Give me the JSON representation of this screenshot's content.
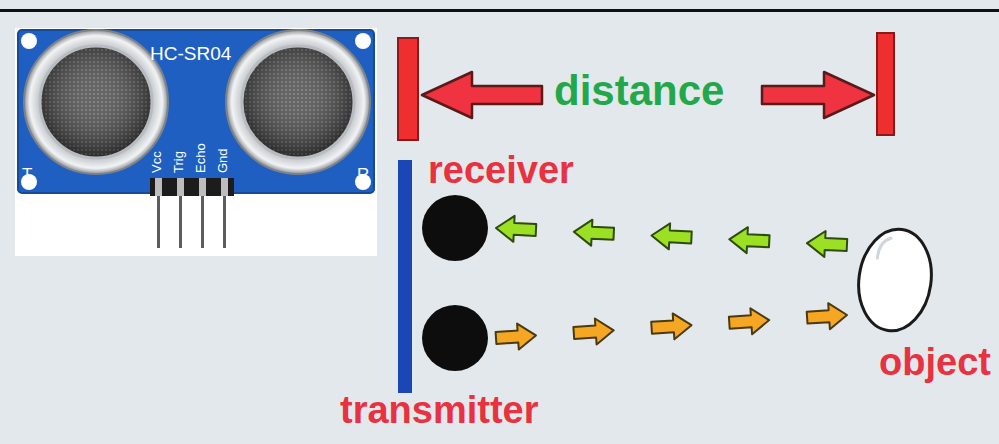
{
  "diagram": {
    "nodes": [
      {
        "text": [
          "receiver"
        ]
      },
      {
        "text": [
          "transmitter"
        ]
      },
      {
        "text": [
          "object"
        ]
      }
    ],
    "edges": [
      {
        "from": 1,
        "to": 2,
        "arrow": "to"
      },
      {
        "from": 2,
        "to": 0,
        "arrow": "to"
      }
    ],
    "labels": [
      "HC-SR04",
      "T",
      "R",
      "Vcc",
      "Trig",
      "Echo",
      "Gnd",
      "distance"
    ]
  }
}
